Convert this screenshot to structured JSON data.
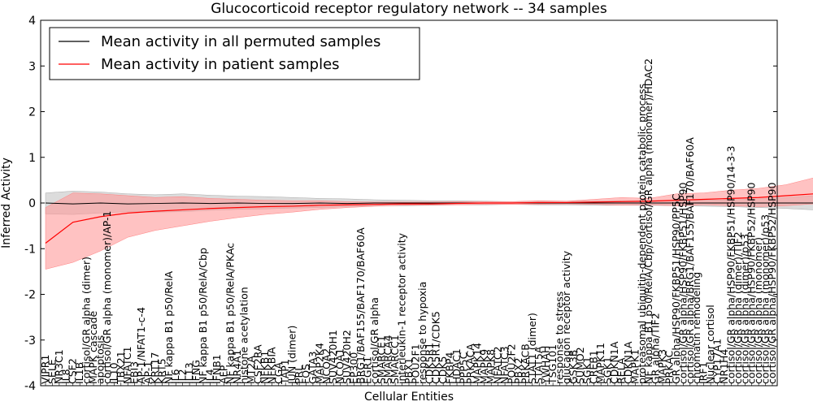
{
  "chart_data": {
    "type": "line",
    "title": "Glucocorticoid receptor regulatory network -- 34 samples",
    "xlabel": "Cellular Entities",
    "ylabel": "Inferred Activity",
    "ylim": [
      -4,
      4
    ],
    "yticks": [
      -4,
      -3,
      -2,
      -1,
      0,
      1,
      2,
      3,
      4
    ],
    "legend_position": "top-left",
    "grid": false,
    "colors": {
      "permuted": "#000000",
      "patient": "#ff0000",
      "patient_band": "#ff9999",
      "permuted_band": "#bfbfbf"
    },
    "categories": [
      "VIPR1",
      "SELE",
      "NR3C1",
      "IL8",
      "CSF2",
      "IL1B",
      "cortisol/GR alpha (dimer)",
      "MAPK cascade",
      "apoptosis",
      "cortisol/GR alpha (monomer)/AP-1",
      "IL10",
      "TBX21",
      "NFATC1",
      "EBI3",
      "AP-1/NFAT1-c-4",
      "AP-1",
      "KRT17",
      "KRT5",
      "NF kappa B1 p50/RelA",
      "IL6",
      "IL2",
      "IL13",
      "IFNG",
      "NF kappa B1 p50/RelA/Cbp",
      "IL4",
      "IFNB1",
      "AFP",
      "NF kappa B1 p50/RelA/PKAc",
      "NR4A1",
      "histone acetylation",
      "MT2A",
      "CSF2RA",
      "NFKB1",
      "NFKBIA",
      "CGA",
      "TAP1",
      "JUN (dimer)",
      "PRL",
      "FOS",
      "GATA3",
      "MAP2K4",
      "NCOA2",
      "SUV420H1",
      "NCOA1",
      "SUV420H2",
      "EP300",
      "BRG1/BAF155/BAF170/BAF60A",
      "EGR1",
      "cortisol/GR alpha",
      "SMARCE1",
      "SMARCA4",
      "SMARCC1",
      "interleukin-1 receptor activity",
      "PBX1",
      "POU2F1",
      "response to hypoxia",
      "CDK5R1",
      "CDK5R1/CDK5",
      "CDK5",
      "FKBP4",
      "HDAC1",
      "PPP5C",
      "PRKACA",
      "MAPK14",
      "MAPK9",
      "MAPK8",
      "NFATC2",
      "NFATC3",
      "POU2F2",
      "PBX2",
      "PRKACB",
      "STAT1 (dimer)",
      "STAT5A",
      "YWHAH",
      "TSG101",
      "response to stress",
      "glucagon receptor activity",
      "GSK3B",
      "SUMO2",
      "SGK1",
      "CREB1",
      "MAPK11",
      "SGK1",
      "CDKN1A",
      "RELA",
      "CDKN1A",
      "MAPK1",
      "proteasomal ubiquitin-dependent protein catabolic process",
      "NF kappa B1 p50/RelA/Cbp/cortisol/GR alpha (monomer)/HDAC2",
      "GR alpha/TIF2",
      "MAPK3",
      "PRKAC",
      "GR alpha/HSP90/FKBP51/HSP90/PP5C",
      "cortisol/GR alpha/HSP90/FKBP51/HSP90",
      "cortisol/GR alpha/BRG1/BAF155/BAF170/BAF60A",
      "chromatin remodeling",
      "IRF1",
      "Nuclear cortisol",
      "CYP17A1",
      "NR1H4",
      "cortisol/GR alpha/HSP90/FKBP51/HSP90/14-3-3",
      "cortisol/GR alpha (dimer)/TIF2",
      "cortisol/GR alpha (dimer)/p53",
      "cortisol/GR alpha/HSP90/FKBP52/HSP90",
      "cortisol/GR alpha (monomer)",
      "cortisol/GR alpha (monomer)/p53",
      "cortisol/GR alpha/HSP90/FKBP52/HSP90"
    ],
    "x": [
      0,
      4,
      8,
      12,
      16,
      20,
      24,
      28,
      32,
      36,
      40,
      44,
      48,
      52,
      56,
      60,
      64,
      68,
      72,
      76,
      80,
      84,
      88,
      92,
      96,
      100,
      104,
      108,
      112,
      116
    ],
    "series": [
      {
        "name": "Mean activity in all permuted samples",
        "values": [
          0.0,
          -0.02,
          0.0,
          -0.02,
          -0.01,
          0.0,
          -0.01,
          0.0,
          -0.01,
          -0.01,
          0.0,
          -0.01,
          0.0,
          0.0,
          0.0,
          0.0,
          0.0,
          0.0,
          0.0,
          0.0,
          0.0,
          0.0,
          0.0,
          0.0,
          0.0,
          0.0,
          0.0,
          0.0,
          0.0,
          0.0
        ],
        "upper": [
          0.22,
          0.26,
          0.24,
          0.2,
          0.18,
          0.2,
          0.17,
          0.15,
          0.14,
          0.12,
          0.1,
          0.09,
          0.07,
          0.06,
          0.05,
          0.05,
          0.04,
          0.03,
          0.04,
          0.04,
          0.04,
          0.05,
          0.05,
          0.05,
          0.06,
          0.07,
          0.09,
          0.12,
          0.16,
          0.22
        ],
        "lower": [
          -0.24,
          -0.25,
          -0.22,
          -0.19,
          -0.2,
          -0.19,
          -0.16,
          -0.14,
          -0.13,
          -0.11,
          -0.1,
          -0.08,
          -0.06,
          -0.06,
          -0.05,
          -0.04,
          -0.04,
          -0.03,
          -0.04,
          -0.04,
          -0.05,
          -0.05,
          -0.05,
          -0.06,
          -0.07,
          -0.08,
          -0.1,
          -0.12,
          -0.15,
          -0.2
        ]
      },
      {
        "name": "Mean activity in patient samples",
        "values": [
          -0.88,
          -0.42,
          -0.3,
          -0.22,
          -0.18,
          -0.15,
          -0.12,
          -0.1,
          -0.08,
          -0.07,
          -0.05,
          -0.04,
          -0.03,
          -0.02,
          -0.02,
          -0.01,
          0.0,
          0.0,
          0.01,
          0.01,
          0.02,
          0.03,
          0.04,
          0.06,
          0.08,
          0.1,
          0.12,
          0.16,
          0.2,
          0.28
        ],
        "upper": [
          -0.1,
          0.22,
          0.2,
          0.16,
          0.12,
          0.14,
          0.1,
          0.08,
          0.06,
          0.05,
          0.05,
          0.03,
          0.02,
          0.02,
          0.02,
          0.03,
          0.03,
          0.03,
          0.05,
          0.04,
          0.08,
          0.12,
          0.1,
          0.2,
          0.22,
          0.28,
          0.32,
          0.4,
          0.55,
          0.65
        ],
        "lower": [
          -1.45,
          -1.3,
          -1.05,
          -0.75,
          -0.6,
          -0.5,
          -0.4,
          -0.32,
          -0.25,
          -0.2,
          -0.14,
          -0.1,
          -0.07,
          -0.05,
          -0.04,
          -0.04,
          -0.03,
          -0.03,
          -0.03,
          -0.02,
          -0.03,
          -0.05,
          -0.04,
          -0.06,
          -0.04,
          -0.06,
          -0.08,
          -0.06,
          -0.02,
          -0.04
        ]
      }
    ]
  }
}
